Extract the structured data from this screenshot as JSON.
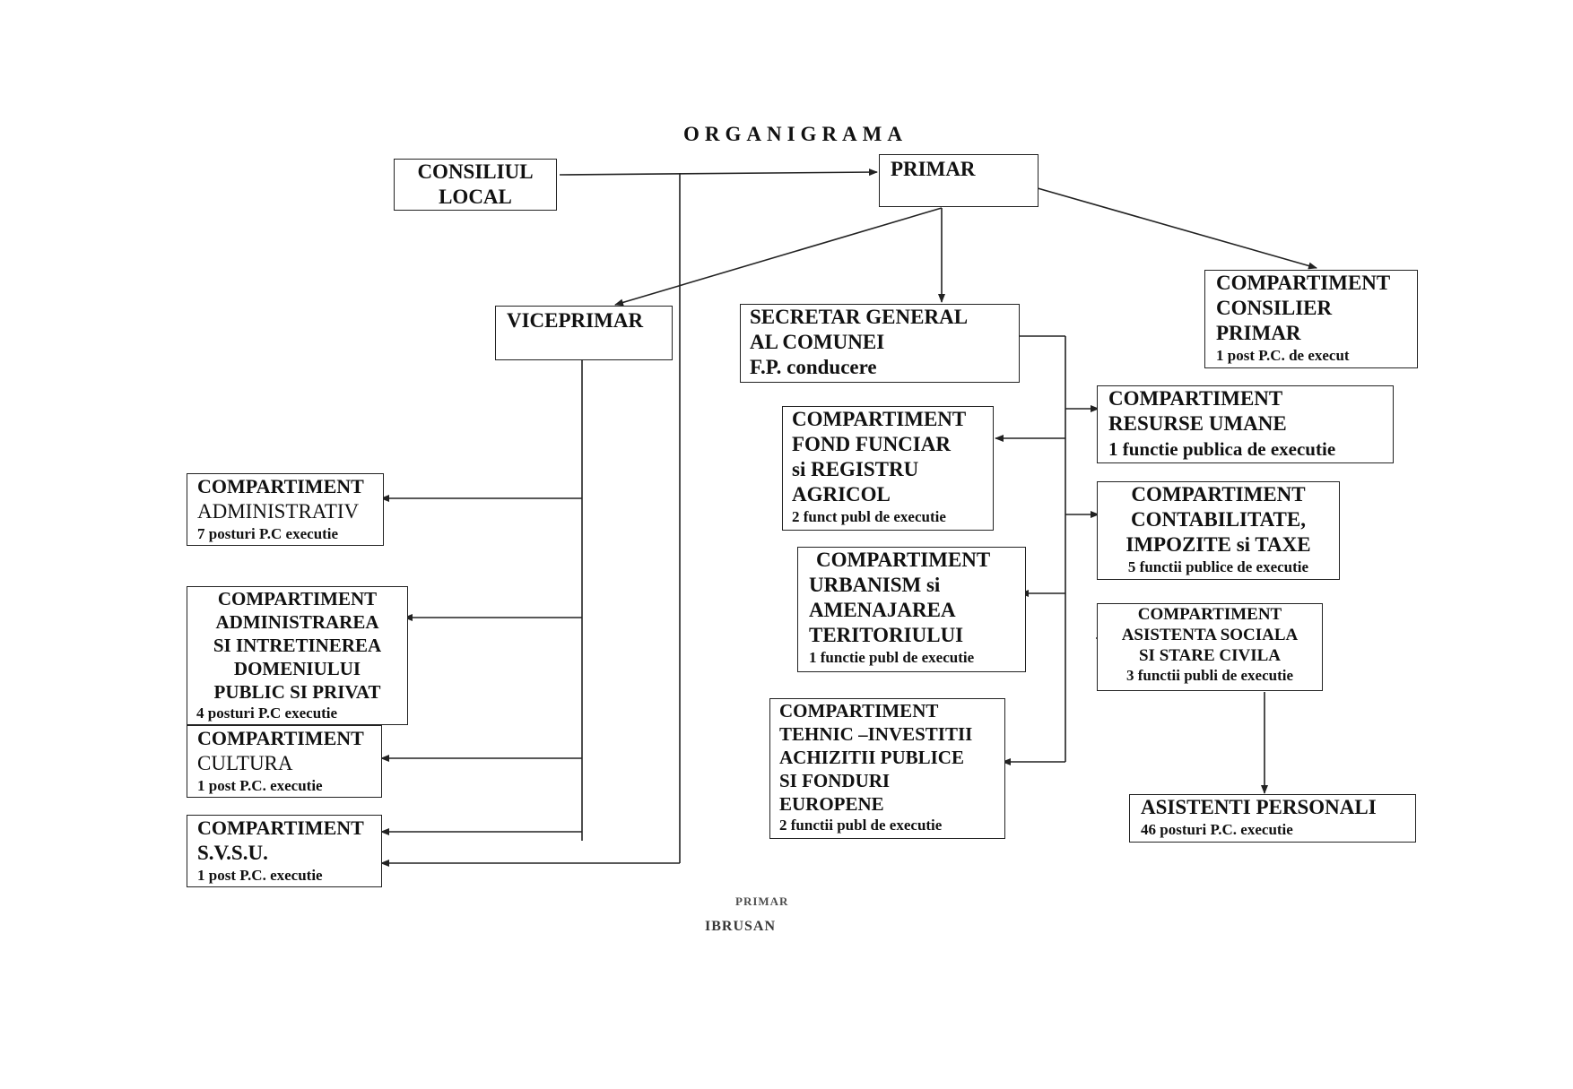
{
  "title": "ORGANIGRAMA",
  "boxes": {
    "consiliul_local": [
      "CONSILIUL",
      "LOCAL"
    ],
    "primar": [
      "PRIMAR"
    ],
    "viceprimar": [
      "VICEPRIMAR"
    ],
    "secretar_general": [
      "SECRETAR GENERAL",
      "AL COMUNEI",
      "F.P. conducere"
    ],
    "consilier_primar": {
      "lines": [
        "COMPARTIMENT",
        "CONSILIER",
        "PRIMAR"
      ],
      "note": "1 post P.C. de execut"
    },
    "resurse_umane": {
      "lines": [
        "COMPARTIMENT",
        "RESURSE UMANE",
        "1 functie publica de executie"
      ]
    },
    "fond_funciar": {
      "lines": [
        "COMPARTIMENT",
        "FOND FUNCIAR",
        "si REGISTRU",
        "AGRICOL"
      ],
      "note": "2 funct publ de executie"
    },
    "contabilitate": {
      "lines": [
        "COMPARTIMENT",
        "CONTABILITATE,",
        "IMPOZITE si TAXE"
      ],
      "note": "5 functii publice de executie"
    },
    "urbanism": {
      "lines": [
        "COMPARTIMENT",
        "URBANISM si",
        "AMENAJAREA",
        "TERITORIULUI"
      ],
      "note": "1 functie publ de executie"
    },
    "asistenta_sociala": {
      "lines": [
        "COMPARTIMENT",
        "ASISTENTA SOCIALA",
        "SI STARE CIVILA"
      ],
      "note": "3 functii publi de executie"
    },
    "tehnic": {
      "lines": [
        "COMPARTIMENT",
        "TEHNIC –INVESTITII",
        "ACHIZITII PUBLICE",
        "SI FONDURI",
        "EUROPENE"
      ],
      "note": "2 functii publ de executie"
    },
    "asistenti_personali": {
      "lines": [
        "ASISTENTI PERSONALI"
      ],
      "note": "46 posturi P.C. executie"
    },
    "administrativ": {
      "lines": [
        "COMPARTIMENT",
        "ADMINISTRATIV"
      ],
      "note": "7 posturi P.C executie"
    },
    "domeniu_public": {
      "lines": [
        "COMPARTIMENT",
        "ADMINISTRAREA",
        "SI INTRETINEREA",
        "DOMENIULUI",
        "PUBLIC SI PRIVAT"
      ],
      "note": "4 posturi P.C executie"
    },
    "cultura": {
      "lines": [
        "COMPARTIMENT",
        "CULTURA"
      ],
      "note": "1 post P.C. executie"
    },
    "svsu": {
      "lines": [
        "COMPARTIMENT",
        "S.V.S.U."
      ],
      "note": "1 post P.C. executie"
    }
  },
  "footer_marks": [
    "PRIMAR",
    "IBRUSAN"
  ],
  "colors": {
    "line": "#222222",
    "box_border": "#222222",
    "background": "#ffffff"
  }
}
